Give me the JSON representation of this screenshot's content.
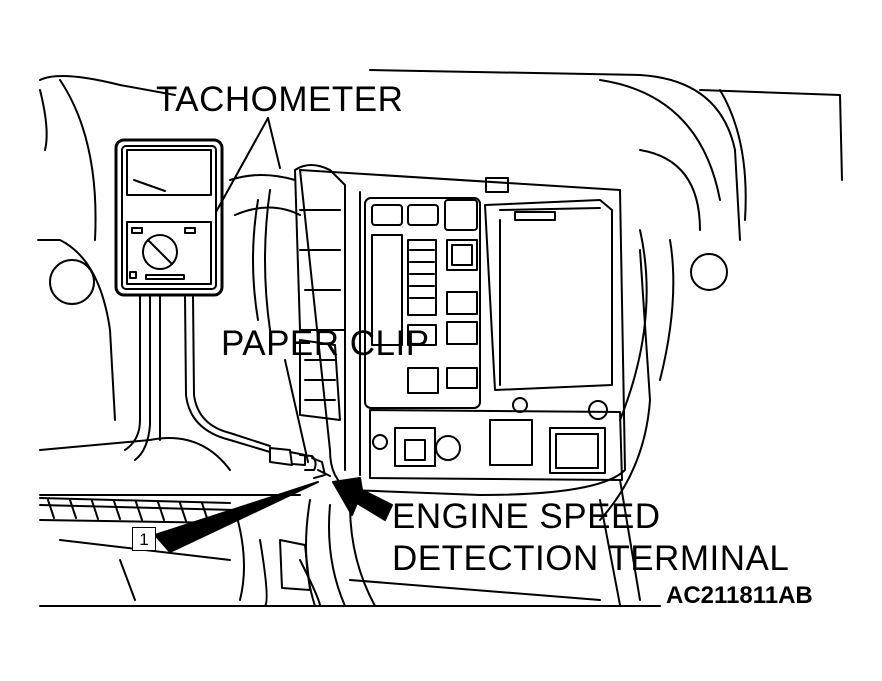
{
  "labels": {
    "tachometer": "TACHOMETER",
    "paper_clip": "PAPER CLIP",
    "engine_speed_line1": "ENGINE SPEED",
    "engine_speed_line2": "DETECTION TERMINAL",
    "figure_code": "AC211811AB",
    "callout_number": "1"
  },
  "colors": {
    "line": "#000000",
    "background": "#ffffff"
  }
}
